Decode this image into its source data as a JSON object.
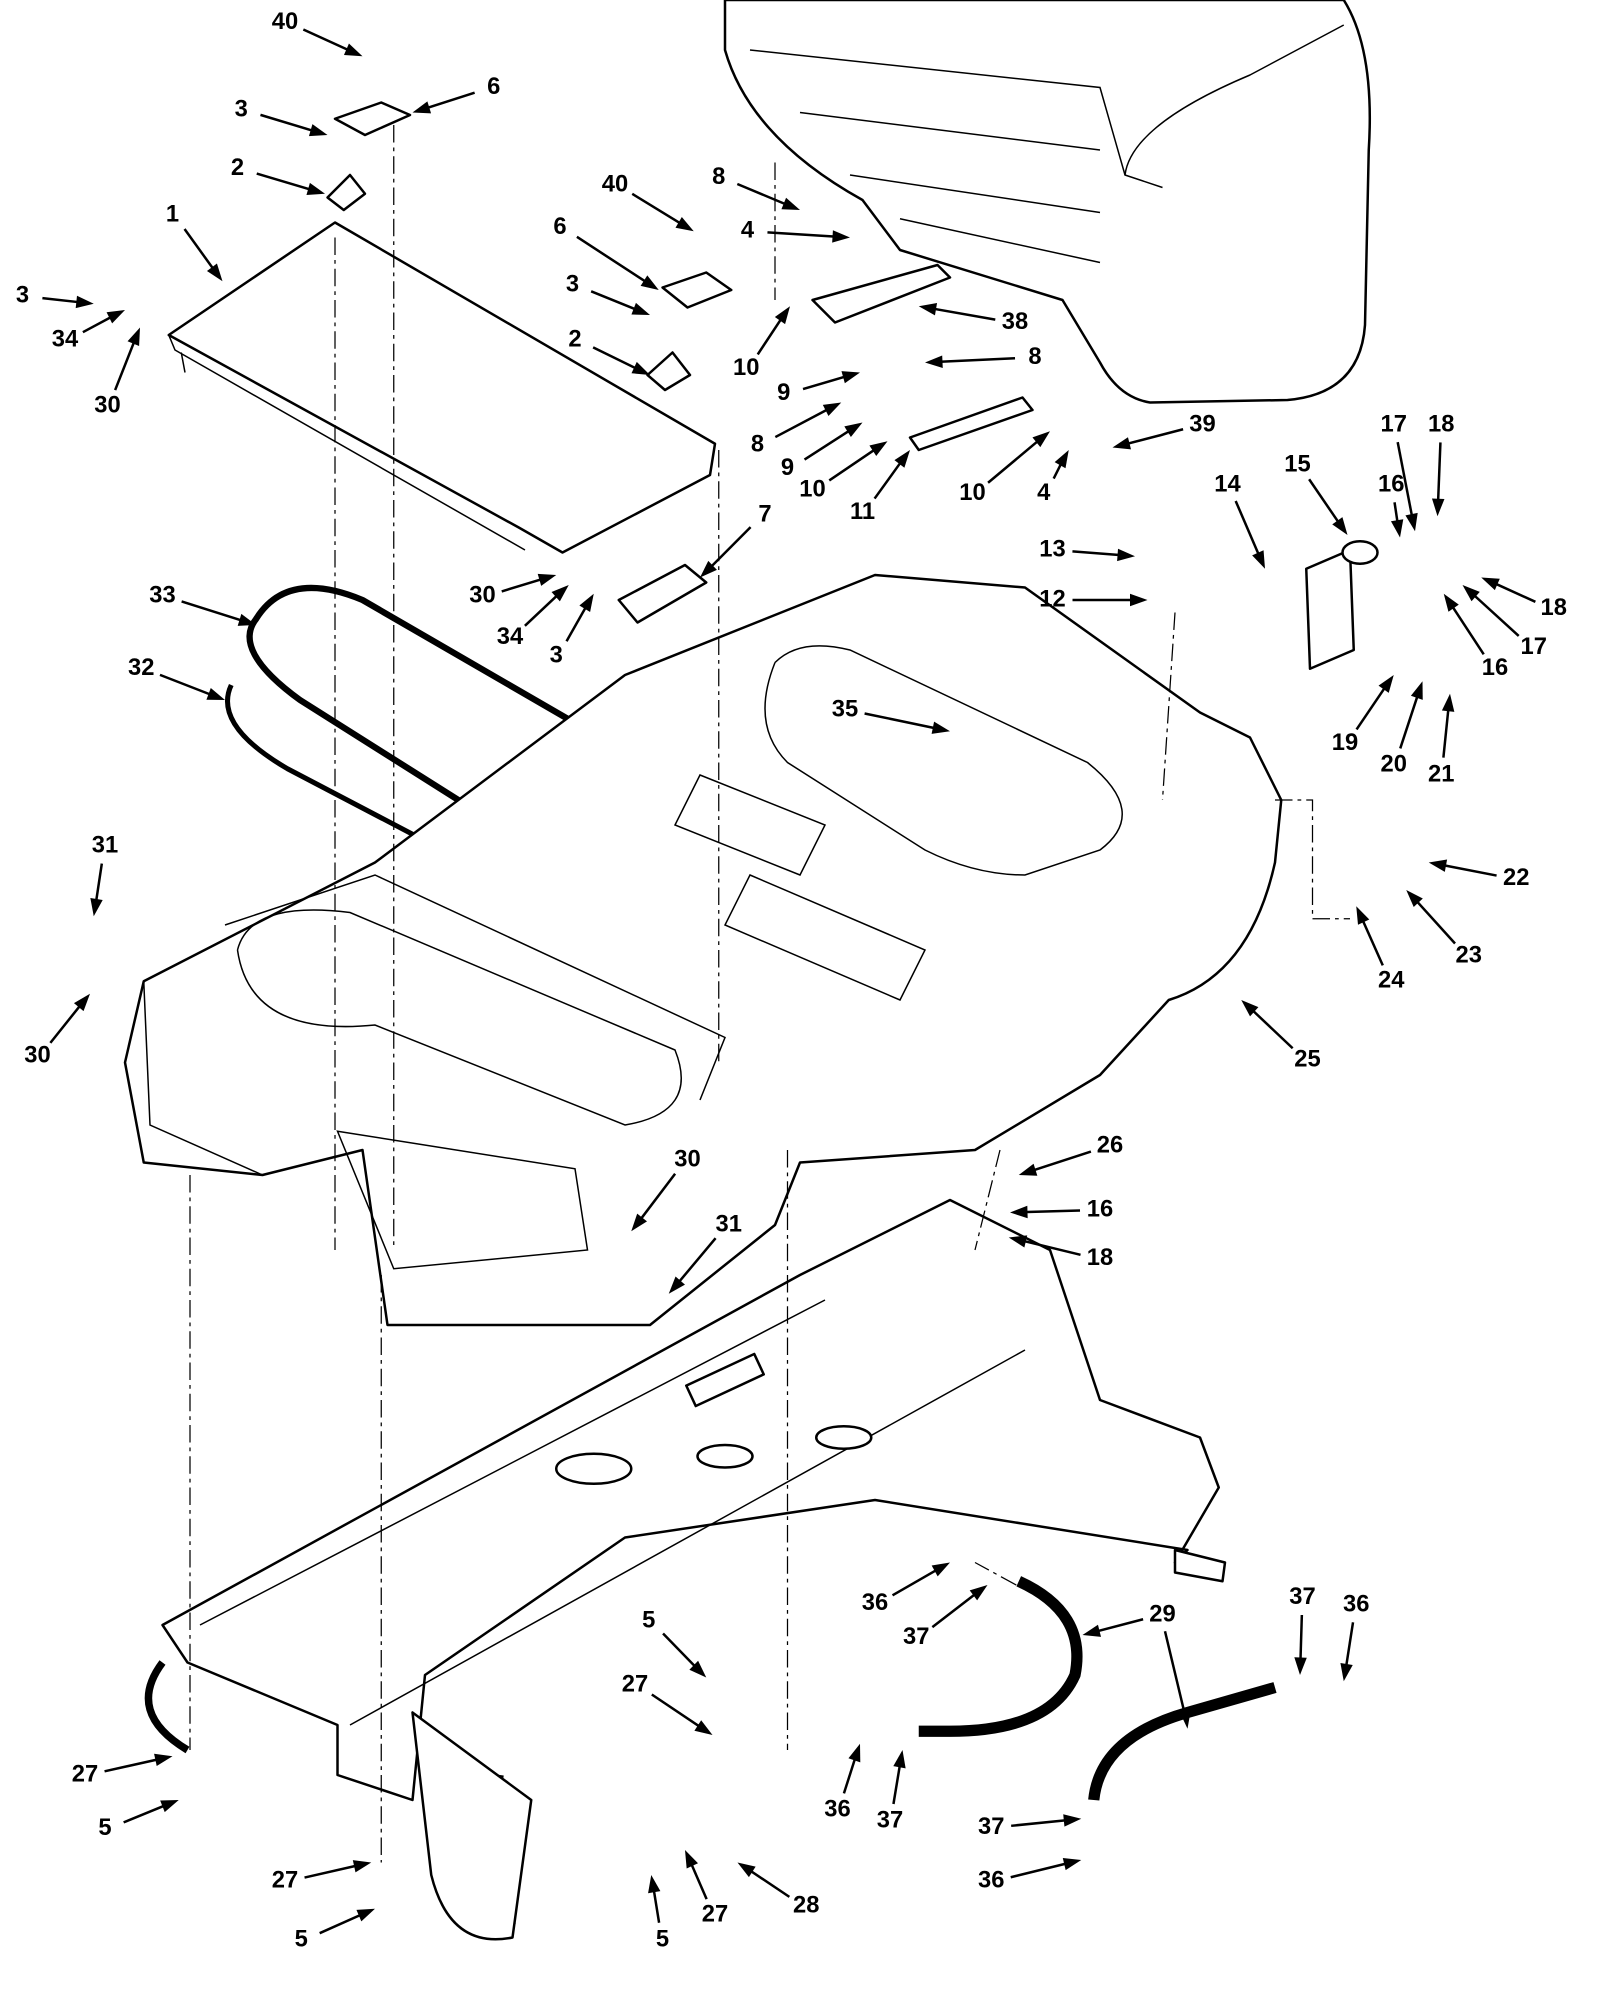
{
  "diagram": {
    "type": "exploded parts diagram",
    "callouts": [
      {
        "text": "40"
      },
      {
        "text": "6"
      },
      {
        "text": "3"
      },
      {
        "text": "2"
      },
      {
        "text": "1"
      },
      {
        "text": "3"
      },
      {
        "text": "34"
      },
      {
        "text": "30"
      },
      {
        "text": "40"
      },
      {
        "text": "6"
      },
      {
        "text": "3"
      },
      {
        "text": "2"
      },
      {
        "text": "8"
      },
      {
        "text": "4"
      },
      {
        "text": "10"
      },
      {
        "text": "38"
      },
      {
        "text": "9"
      },
      {
        "text": "8"
      },
      {
        "text": "8"
      },
      {
        "text": "9"
      },
      {
        "text": "10"
      },
      {
        "text": "11"
      },
      {
        "text": "10"
      },
      {
        "text": "4"
      },
      {
        "text": "39"
      },
      {
        "text": "13"
      },
      {
        "text": "12"
      },
      {
        "text": "7"
      },
      {
        "text": "30"
      },
      {
        "text": "34"
      },
      {
        "text": "3"
      },
      {
        "text": "33"
      },
      {
        "text": "32"
      },
      {
        "text": "35"
      },
      {
        "text": "14"
      },
      {
        "text": "15"
      },
      {
        "text": "16"
      },
      {
        "text": "17"
      },
      {
        "text": "18"
      },
      {
        "text": "18"
      },
      {
        "text": "17"
      },
      {
        "text": "16"
      },
      {
        "text": "19"
      },
      {
        "text": "20"
      },
      {
        "text": "21"
      },
      {
        "text": "22"
      },
      {
        "text": "23"
      },
      {
        "text": "24"
      },
      {
        "text": "25"
      },
      {
        "text": "31"
      },
      {
        "text": "30"
      },
      {
        "text": "30"
      },
      {
        "text": "31"
      },
      {
        "text": "26"
      },
      {
        "text": "16"
      },
      {
        "text": "18"
      },
      {
        "text": "36"
      },
      {
        "text": "37"
      },
      {
        "text": "29"
      },
      {
        "text": "37"
      },
      {
        "text": "36"
      },
      {
        "text": "5"
      },
      {
        "text": "27"
      },
      {
        "text": "36"
      },
      {
        "text": "37"
      },
      {
        "text": "37"
      },
      {
        "text": "36"
      },
      {
        "text": "27"
      },
      {
        "text": "5"
      },
      {
        "text": "27"
      },
      {
        "text": "5"
      },
      {
        "text": "5"
      },
      {
        "text": "27"
      },
      {
        "text": "28"
      }
    ]
  }
}
